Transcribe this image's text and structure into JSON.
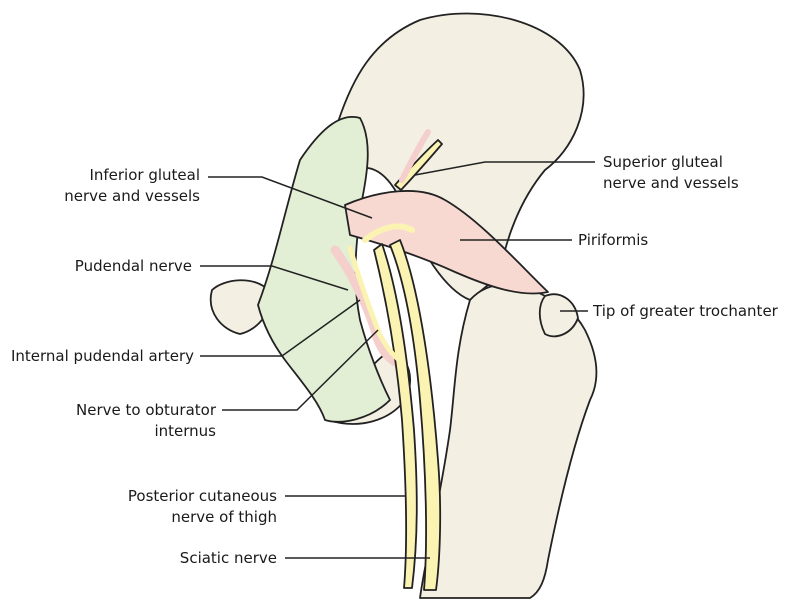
{
  "labels": {
    "inferior_gluteal": [
      "Inferior gluteal",
      "nerve and vessels"
    ],
    "superior_gluteal": [
      "Superior gluteal",
      "nerve and vessels"
    ],
    "piriformis": [
      "Piriformis"
    ],
    "pudendal_nerve": [
      "Pudendal nerve"
    ],
    "tip_greater_trochanter": [
      "Tip of greater trochanter"
    ],
    "internal_pudendal_artery": [
      "Internal pudendal artery"
    ],
    "nerve_obturator_internus": [
      "Nerve to obturator",
      "internus"
    ],
    "posterior_cutaneous": [
      "Posterior cutaneous",
      "nerve of thigh"
    ],
    "sciatic_nerve": [
      "Sciatic nerve"
    ]
  },
  "colors": {
    "bone": "#f3efe3",
    "outline": "#222222",
    "ligament": "#e3efd5",
    "muscle": "#f7d9d2",
    "nerve": "#fbf3b2",
    "vessel": "#f4cfcb"
  }
}
